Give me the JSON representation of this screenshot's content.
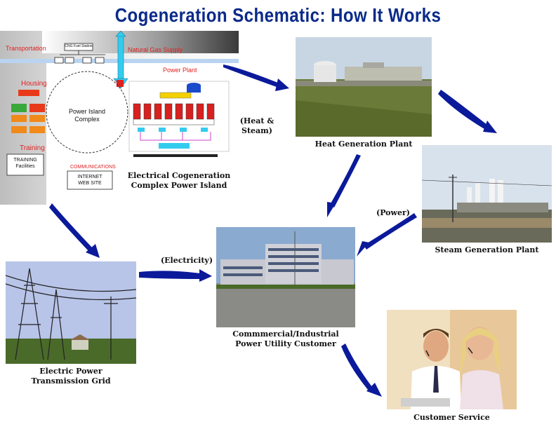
{
  "title": "Cogeneration Schematic:  How It Works",
  "schematic": {
    "transportation": "Transportation",
    "cng_station": "CNG Fuel Station",
    "natural_gas_supply": "Natural Gas Supply",
    "housing": "Housing",
    "power_plant": "Power Plant",
    "power_island_line1": "Power Island",
    "power_island_line2": "Complex",
    "training": "Training",
    "training_box_line1": "TRAINING",
    "training_box_line2": "Facilities",
    "communications": "COMMUNICATIONS",
    "internet_line1": "INTERNET",
    "internet_line2": "WEB SITE"
  },
  "nodes": {
    "power_island_caption_1": "Electrical Cogeneration",
    "power_island_caption_2": "Complex Power Island",
    "heat_plant_caption": "Heat Generation Plant",
    "steam_plant_caption": "Steam Generation Plant",
    "customer_caption_1": "Commmercial/Industrial",
    "customer_caption_2": "Power Utility Customer",
    "grid_caption_1": "Electric Power",
    "grid_caption_2": "Transmission Grid",
    "service_caption": "Customer Service"
  },
  "flow_labels": {
    "heat_steam_1": "(Heat &",
    "heat_steam_2": "Steam)",
    "power": "(Power)",
    "electricity": "(Electricity)"
  },
  "colors": {
    "title": "#0a2a8a",
    "arrow": "#0b1a9a",
    "housing_red": "#e83a1a",
    "housing_green": "#3aa83a",
    "housing_orange": "#f08a1a",
    "pipe_cyan": "#33ccee"
  }
}
